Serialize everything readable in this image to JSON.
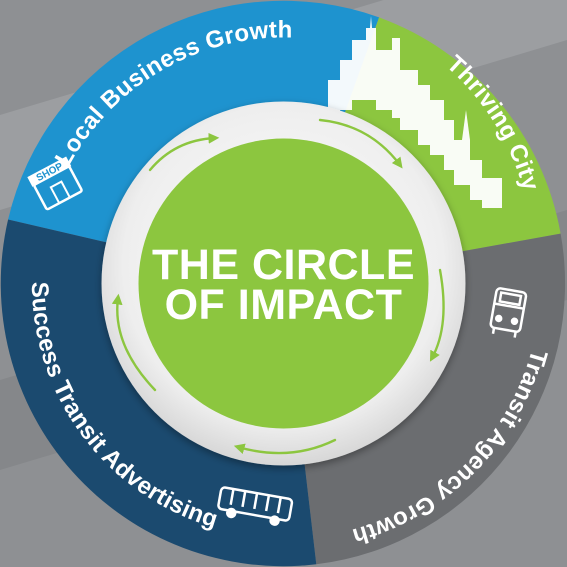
{
  "title": {
    "line1": "THE CIRCLE",
    "line2": "OF IMPACT"
  },
  "segments": [
    {
      "label": "Local Business Growth",
      "color": "#1e93cf",
      "icon": "shop-icon",
      "icon_text": "SHOP"
    },
    {
      "label": "Thriving City",
      "color": "#8cc63f",
      "icon": "city-skyline-icon"
    },
    {
      "label": "Transit Agency Growth",
      "color": "#6b6d70",
      "icon": "bus-front-icon"
    },
    {
      "label": "Success Transit Advertising",
      "color": "#1b4a6f",
      "icon": "bus-side-icon"
    }
  ],
  "colors": {
    "background": "#8e9093",
    "inner_ring": "#ececec",
    "center": "#8cc63f",
    "arrows": "#8cc63f",
    "text": "#ffffff"
  }
}
